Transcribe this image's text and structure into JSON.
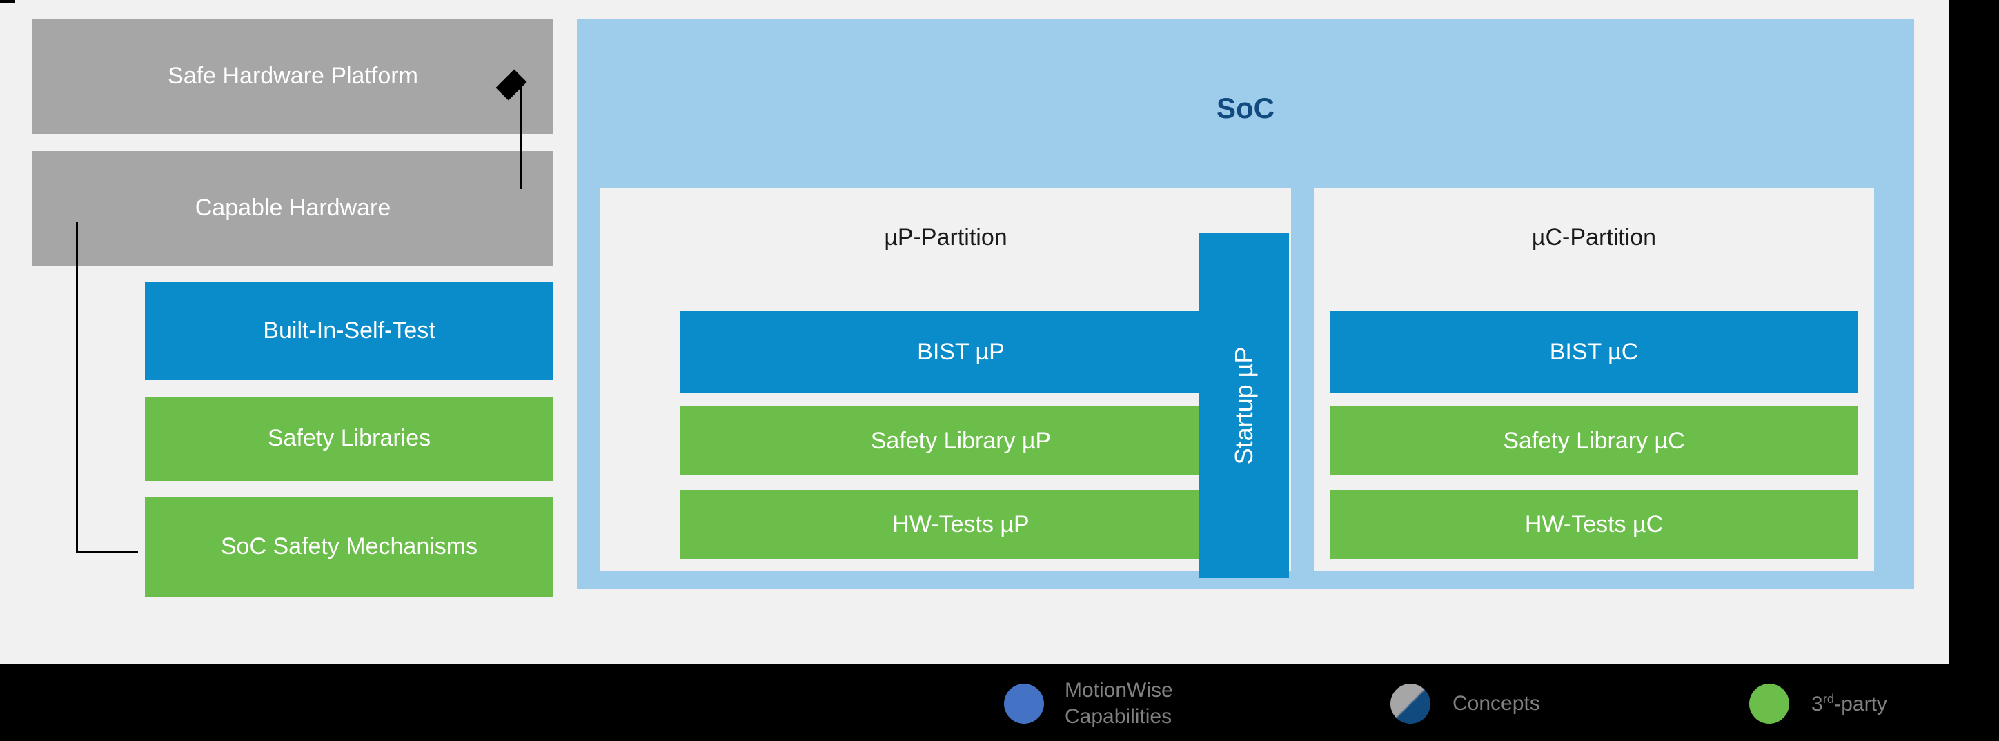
{
  "diagram": {
    "left_column": {
      "platform_boxes": [
        {
          "label": "Safe Hardware Platform",
          "color": "#a6a6a6"
        },
        {
          "label": "Capable Hardware",
          "color": "#a6a6a6"
        }
      ],
      "feature_boxes": [
        {
          "label": "Built-In-Self-Test",
          "color": "#0b8cca"
        },
        {
          "label": "Safety Libraries",
          "color": "#6cbe4b"
        },
        {
          "label": "SoC Safety Mechanisms",
          "color": "#6cbe4b"
        }
      ],
      "connector_icon": "diamond-aggregation-icon"
    },
    "soc": {
      "title": "SoC",
      "title_color": "#114a7e",
      "background": "#9ecdec",
      "startup_block": {
        "label": "Startup µP",
        "color": "#0b8cca"
      },
      "partitions": [
        {
          "label": "µP-Partition",
          "rows": [
            {
              "label": "BIST µP",
              "color": "#0b8cca"
            },
            {
              "label": "Safety Library µP",
              "color": "#6cbe4b"
            },
            {
              "label": "HW-Tests µP",
              "color": "#6cbe4b"
            }
          ]
        },
        {
          "label": "µC-Partition",
          "rows": [
            {
              "label": "BIST µC",
              "color": "#0b8cca"
            },
            {
              "label": "Safety Library µC",
              "color": "#6cbe4b"
            },
            {
              "label": "HW-Tests µC",
              "color": "#6cbe4b"
            }
          ]
        }
      ]
    }
  },
  "legend": {
    "items": [
      {
        "icon": "filled-circle-icon",
        "color": "#4472c4",
        "label_line1": "MotionWise",
        "label_line2": "Capabilities"
      },
      {
        "icon": "half-split-circle-icon",
        "color_a": "#a6a6a6",
        "color_b": "#114a7e",
        "label_line1": "Concepts",
        "label_line2": ""
      },
      {
        "icon": "filled-circle-icon",
        "color": "#6cbe4b",
        "label_line1_prefix": "3",
        "label_line1_sup": "rd",
        "label_line1_suffix": "-party",
        "label_line2": ""
      }
    ],
    "text_color": "#808080"
  }
}
